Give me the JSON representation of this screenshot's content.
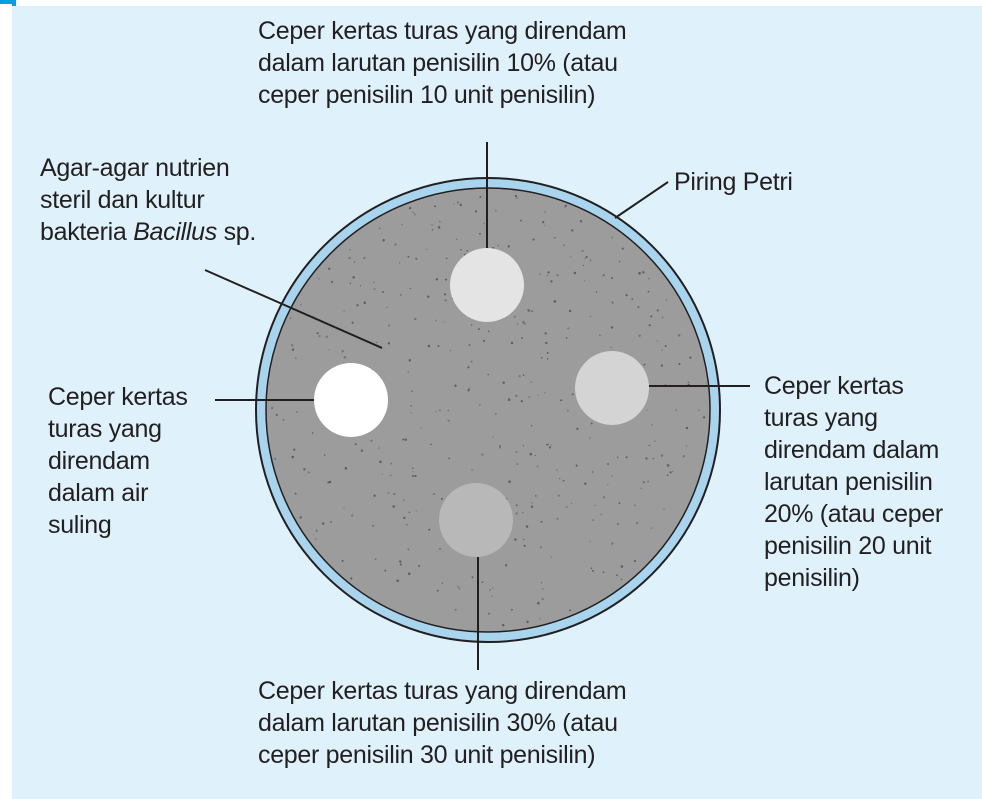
{
  "colors": {
    "background": "#dff1fa",
    "accent": "#00a0df",
    "dish_rim": "#a8d4ee",
    "agar": "#9c9c9c",
    "outline": "#231f20",
    "disc_water": "#ffffff",
    "disc_10": "#e4e4e4",
    "disc_20": "#d4d4d4",
    "disc_30": "#b8b8b8"
  },
  "labels": {
    "disc_10": {
      "lines": [
        "Ceper kertas turas yang direndam",
        "dalam larutan penisilin 10% (atau",
        "ceper penisilin 10 unit penisilin)"
      ]
    },
    "agar": {
      "line1": "Agar-agar nutrien",
      "line2": "steril dan kultur",
      "line3_prefix": "bakteria ",
      "line3_italic": "Bacillus",
      "line3_suffix": " sp."
    },
    "petri": {
      "text": "Piring Petri"
    },
    "disc_water": {
      "lines": [
        "Ceper kertas",
        "turas yang",
        "direndam",
        "dalam air",
        "suling"
      ]
    },
    "disc_20": {
      "lines": [
        "Ceper kertas",
        "turas yang",
        "direndam dalam",
        "larutan penisilin",
        "20% (atau ceper",
        "penisilin 20 unit",
        "penisilin)"
      ]
    },
    "disc_30": {
      "lines": [
        "Ceper kertas turas yang direndam",
        "dalam larutan penisilin 30% (atau",
        "ceper penisilin 30 unit penisilin)"
      ]
    }
  }
}
